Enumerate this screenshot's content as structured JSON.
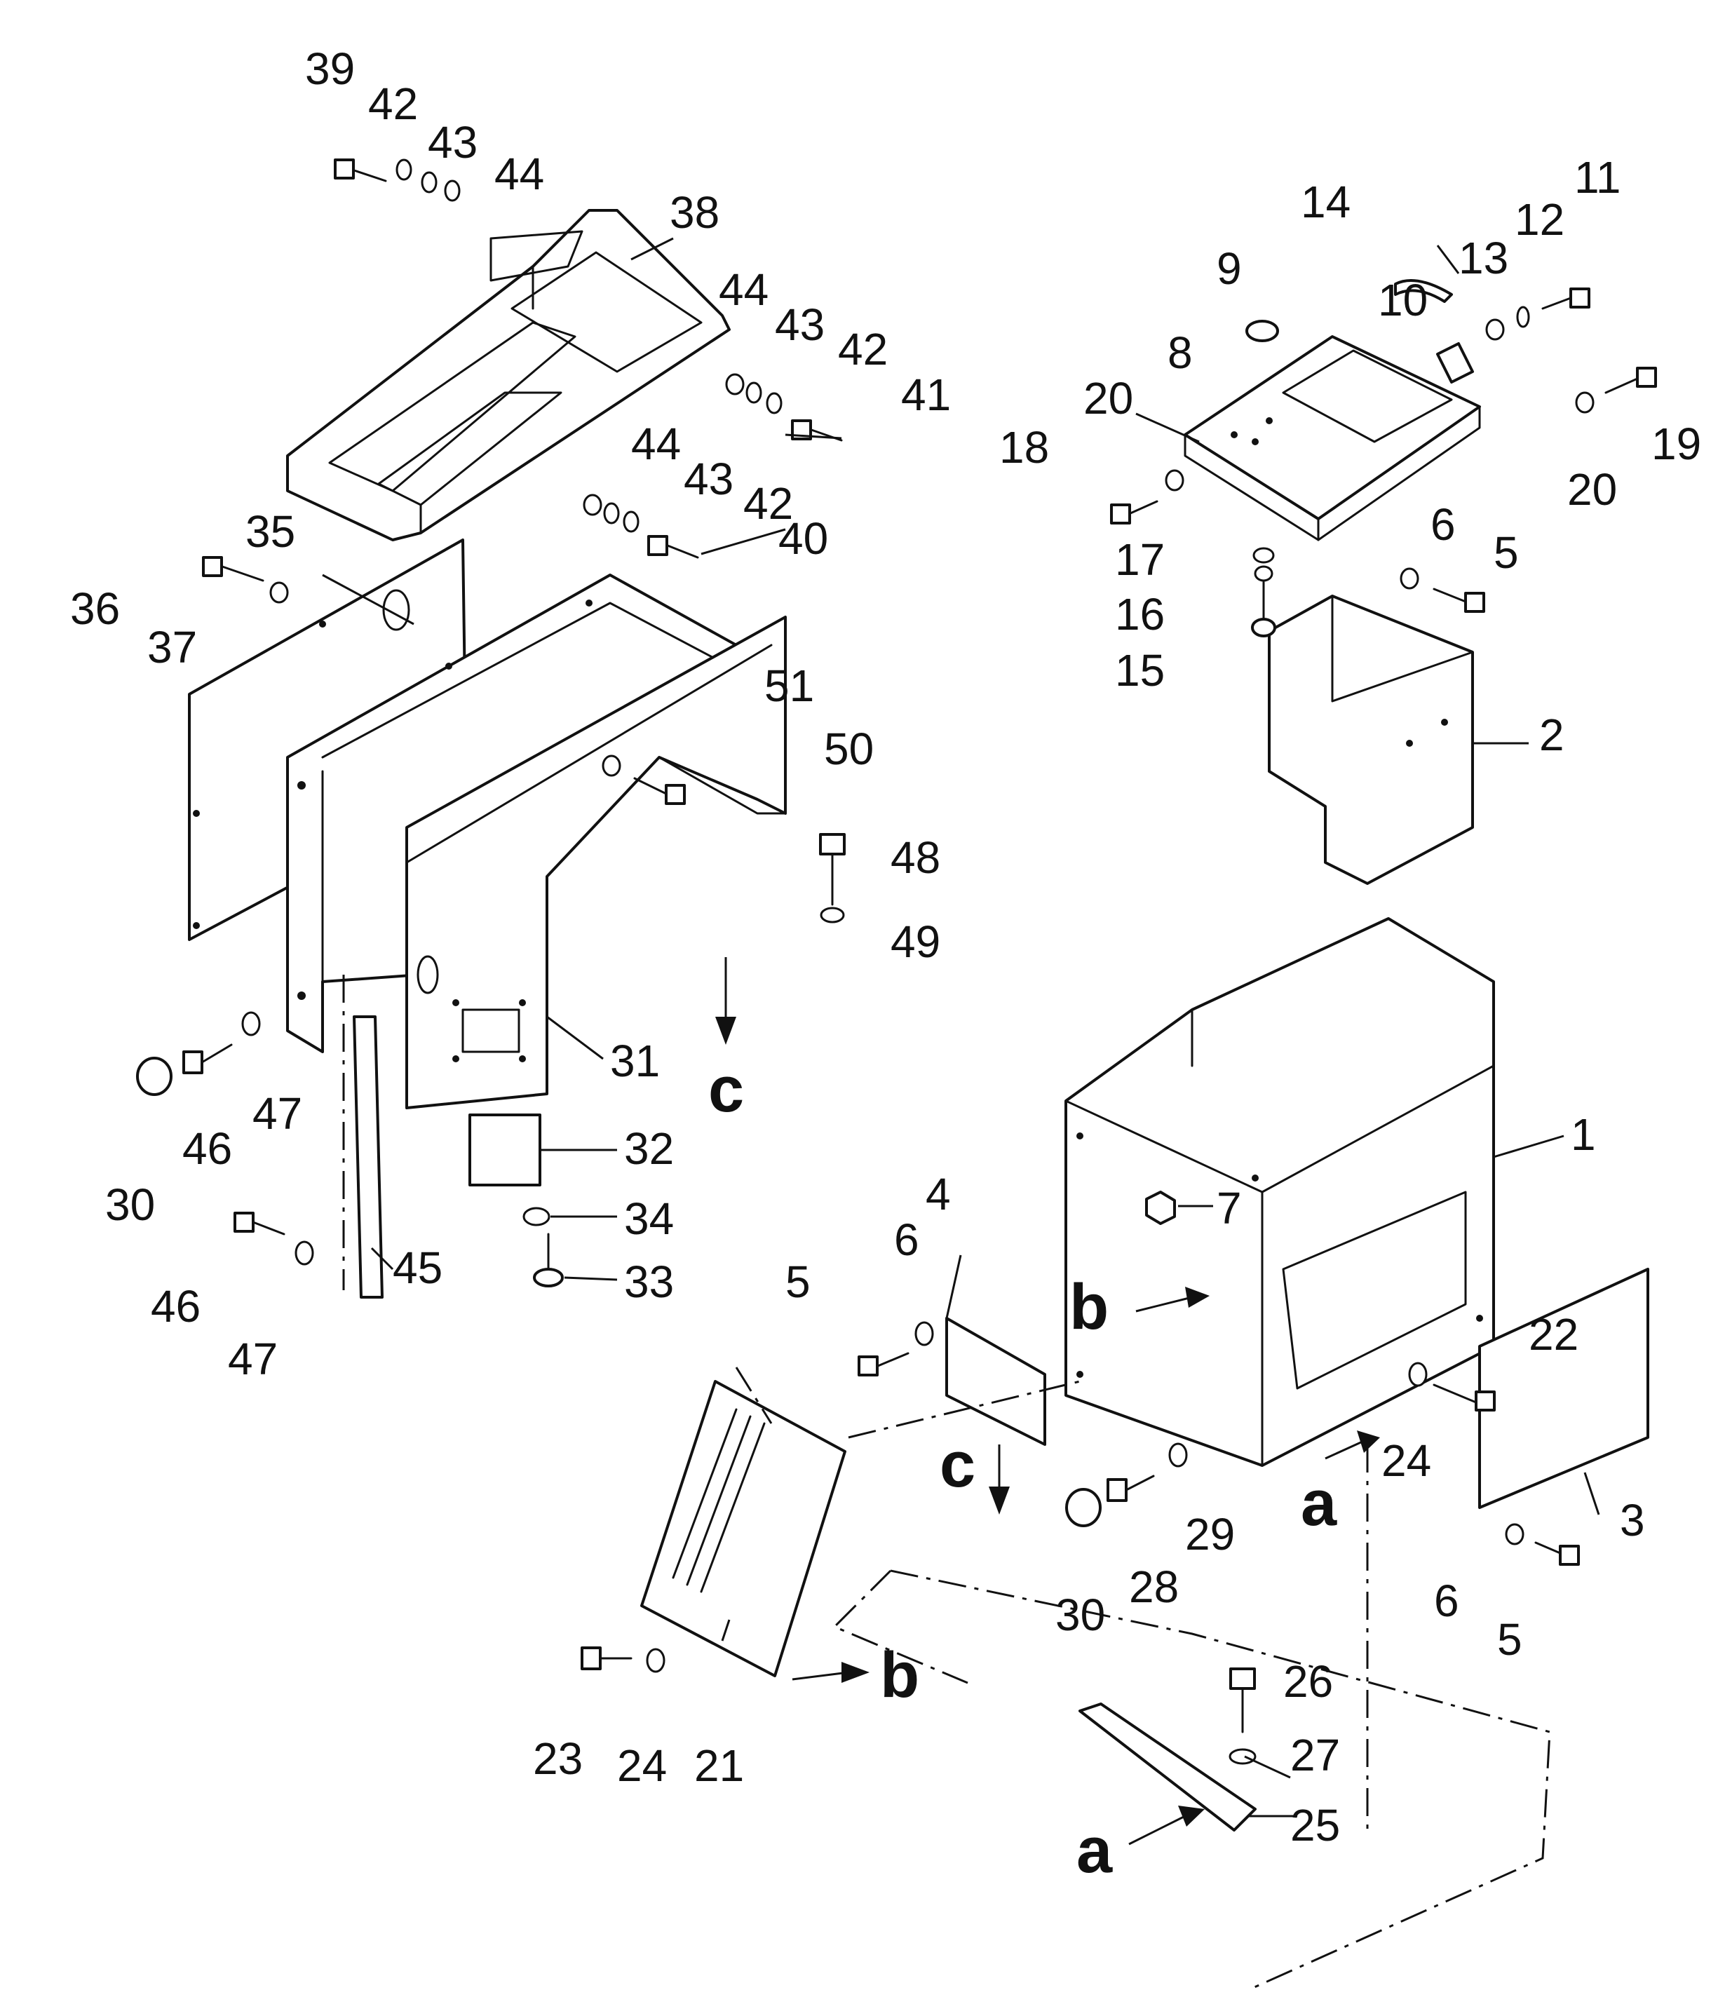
{
  "diagram": {
    "part_numbers": [
      "1",
      "2",
      "3",
      "4",
      "5",
      "6",
      "7",
      "8",
      "9",
      "10",
      "11",
      "12",
      "13",
      "14",
      "15",
      "16",
      "17",
      "18",
      "19",
      "20",
      "21",
      "22",
      "23",
      "24",
      "25",
      "26",
      "27",
      "28",
      "29",
      "30",
      "31",
      "32",
      "33",
      "34",
      "35",
      "36",
      "37",
      "38",
      "39",
      "40",
      "41",
      "42",
      "43",
      "44",
      "45",
      "46",
      "47",
      "48",
      "49",
      "50",
      "51"
    ],
    "reference_letters": [
      "a",
      "b",
      "c"
    ]
  }
}
